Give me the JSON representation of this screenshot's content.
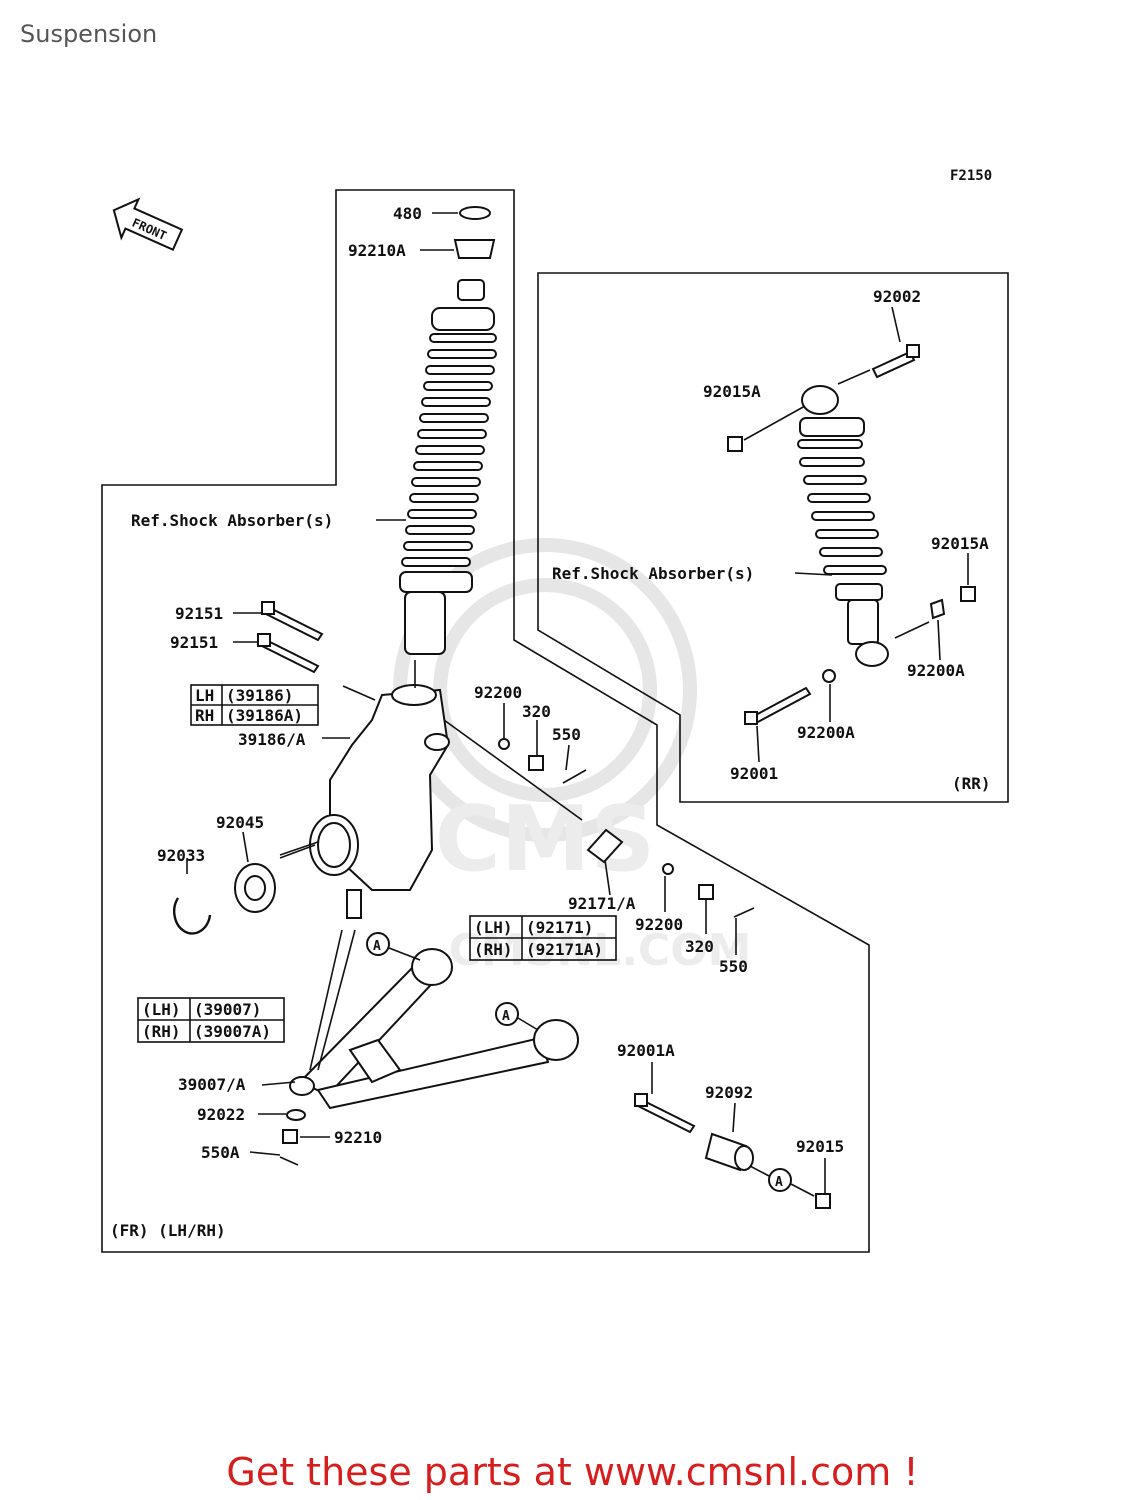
{
  "page": {
    "title": "Suspension"
  },
  "diagram": {
    "code": "F2150",
    "front_arrow": "FRONT",
    "watermark_text": "CMS",
    "watermark_url": "CMSNL.COM",
    "front_label": "(FR) (LH/RH)",
    "rear_label": "(RR)",
    "ref_front": "Ref.Shock Absorber(s)",
    "ref_rear": "Ref.Shock Absorber(s)",
    "parts": {
      "p480": "480",
      "p92210A": "92210A",
      "p92002": "92002",
      "p92015A_top": "92015A",
      "p92015A_right": "92015A",
      "p92200A_r1": "92200A",
      "p92200A_r2": "92200A",
      "p92001": "92001",
      "p92151_a": "92151",
      "p92151_b": "92151",
      "p39186A": "39186/A",
      "p92200_a": "92200",
      "p320_a": "320",
      "p550_a": "550",
      "p92045": "92045",
      "p92033": "92033",
      "p92171A": "92171/A",
      "p92200_b": "92200",
      "p320_b": "320",
      "p550_b": "550",
      "p39007A": "39007/A",
      "p92022": "92022",
      "p92210": "92210",
      "p550A": "550A",
      "p92001A": "92001A",
      "p92092": "92092",
      "p92015": "92015"
    },
    "tables": {
      "knuckle": [
        [
          "LH",
          "(39186)"
        ],
        [
          "RH",
          "(39186A)"
        ]
      ],
      "bracket": [
        [
          "(LH)",
          "(92171)"
        ],
        [
          "(RH)",
          "(92171A)"
        ]
      ],
      "arm": [
        [
          "(LH)",
          "(39007)"
        ],
        [
          "(RH)",
          "(39007A)"
        ]
      ]
    },
    "callout": "A"
  },
  "footer": {
    "text": "Get these parts at www.cmsnl.com !"
  }
}
